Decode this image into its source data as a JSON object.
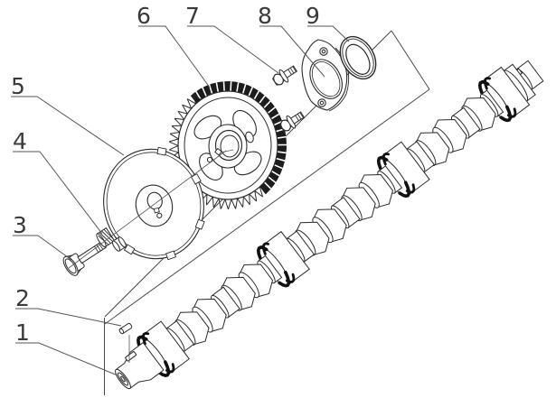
{
  "figure": {
    "background": "#ffffff",
    "line_color": "#2b2b2b",
    "label_color": "#3a3a3a",
    "leader_color": "#555555"
  },
  "parts": [
    {
      "label": "1"
    },
    {
      "label": "2"
    },
    {
      "label": "3"
    },
    {
      "label": "4"
    },
    {
      "label": "5"
    },
    {
      "label": "6"
    },
    {
      "label": "7"
    },
    {
      "label": "8"
    },
    {
      "label": "9"
    }
  ]
}
